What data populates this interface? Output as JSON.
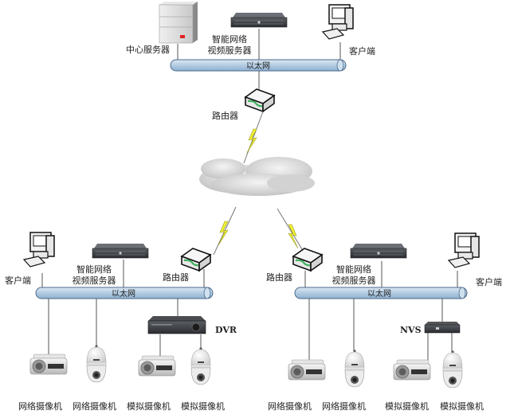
{
  "diagram": {
    "title": "",
    "top_network": {
      "bus_label": "以太网",
      "central_server_label": "中心服务器",
      "smart_server_label_line1": "智能网络",
      "smart_server_label_line2": "视频服务器",
      "client_label": "客户端",
      "router_label": "路由器"
    },
    "left_network": {
      "bus_label": "以太网",
      "client_label": "客户端",
      "smart_server_label_line1": "智能网络",
      "smart_server_label_line2": "视频服务器",
      "router_label": "路由器",
      "recorder_label": "DVR",
      "cameras": [
        "网络摄像机",
        "网络摄像机",
        "模拟摄像机",
        "模拟摄像机"
      ]
    },
    "right_network": {
      "bus_label": "以太网",
      "client_label": "客户端",
      "smart_server_label_line1": "智能网络",
      "smart_server_label_line2": "视频服务器",
      "router_label": "路由器",
      "recorder_label": "NVS",
      "cameras": [
        "网络摄像机",
        "网络摄像机",
        "模拟摄像机",
        "模拟摄像机"
      ]
    },
    "colors": {
      "bus_fill": "#b8d0e4",
      "bus_stroke": "#4a6a8a",
      "lightning": "#f2f233",
      "cloud": "#d8d8d8",
      "router_accent": "#3cb05a"
    }
  }
}
